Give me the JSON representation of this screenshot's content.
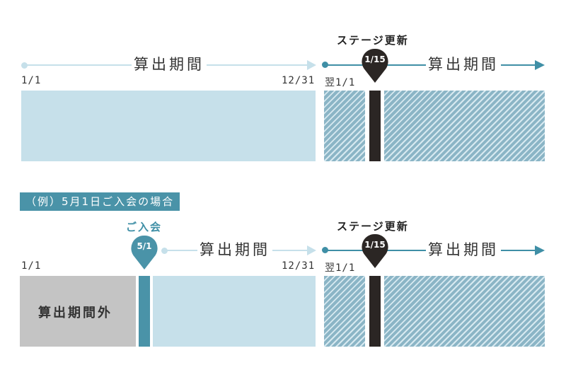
{
  "colors": {
    "light_blue": "#c6e0ea",
    "teal": "#3f8fa6",
    "hatch_dark": "#8bb5c6",
    "hatch_light": "#d7e9f0",
    "gray": "#c4c4c4",
    "black_marker": "#2b2624",
    "tag_bg": "#4a93a8"
  },
  "top": {
    "period_label": "算出期間",
    "start_date": "1/1",
    "end_date": "12/31",
    "next_start_date": "翌1/1",
    "stage_update_label": "ステージ更新",
    "stage_update_date": "1/15",
    "next_period_label": "算出期間"
  },
  "bottom": {
    "example_tag": "（例）5月1日ご入会の場合",
    "join_label": "ご入会",
    "join_date": "5/1",
    "period_label": "算出期間",
    "start_date": "1/1",
    "end_date": "12/31",
    "next_start_date": "翌1/1",
    "stage_update_label": "ステージ更新",
    "stage_update_date": "1/15",
    "next_period_label": "算出期間",
    "outside_period_label": "算出期間外"
  }
}
